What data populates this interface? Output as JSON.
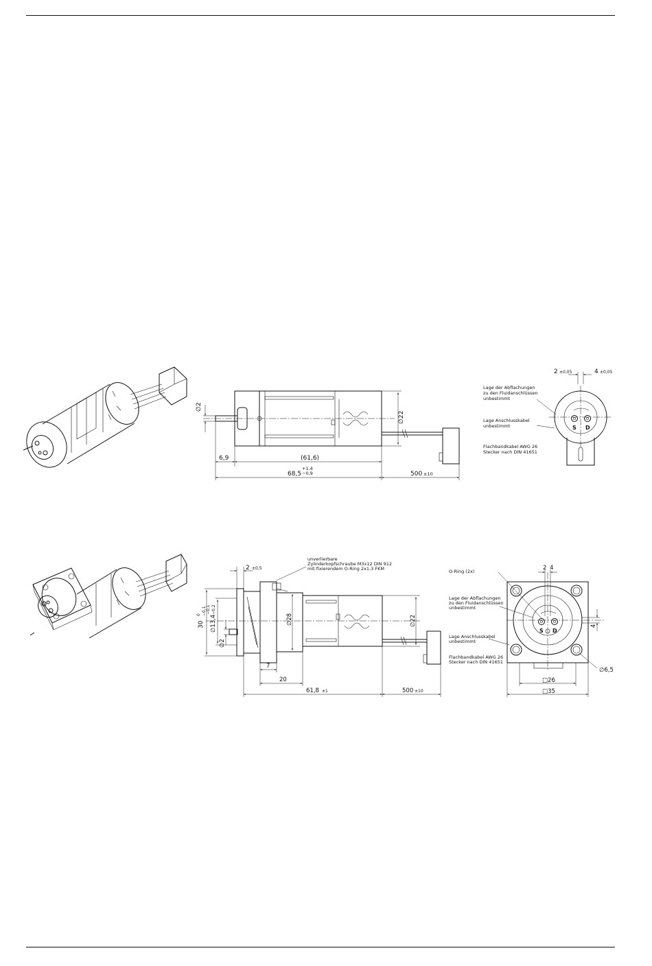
{
  "drawing1": {
    "dims": {
      "d_shaft": "∅2",
      "d_body": "∅22",
      "l_front": "6,9",
      "l_body": "(61,6)",
      "l_total": "68,5",
      "l_total_tol_up": "+1,4",
      "l_total_tol_lo": "−0,9",
      "cable_len": "500",
      "cable_tol": "±10",
      "flat_a": "2",
      "flat_a_tol": "±0,05",
      "flat_b": "4",
      "flat_b_tol": "±0,05"
    },
    "notes": {
      "flats": [
        "Lage der Abflachungen",
        "zu den Fluidanschlüssen",
        "unbestimmt"
      ],
      "cable_pos": [
        "Lage Anschlusskabel",
        "unbestimmt"
      ],
      "cable": [
        "Flachbandkabel AWG 26",
        "Stecker nach DIN 41651"
      ]
    },
    "ports": {
      "s": "S",
      "d": "D"
    }
  },
  "drawing2": {
    "dims": {
      "flange_gap": "2",
      "flange_gap_tol": "±0,5",
      "h_30": "30",
      "h_30_tol_up": "0",
      "h_30_tol_lo": "−0,1",
      "d_13": "∅13,4",
      "d_13_tol_up": "−0,1",
      "d_13_tol_lo": "−0,2",
      "d_2": "∅2",
      "d_28": "∅28",
      "d_22": "∅22",
      "l_7": "7",
      "l_20": "20",
      "l_total": "61,8",
      "l_total_tol": "±1",
      "cable_len": "500",
      "cable_tol": "±10",
      "oring_a": "2",
      "oring_b": "4",
      "side_4": "4",
      "sq_26": "□26",
      "sq_35": "□35",
      "hole": "∅6,5"
    },
    "notes": {
      "screw": [
        "unverlierbare",
        "Zylinderkopfschraube M3x12 DIN 912",
        "mit fixierendem O-Ring 2x1,3 FKM"
      ],
      "oring": "O-Ring (2x)",
      "flats": [
        "Lage der Abflachungen",
        "zu den Fluidanschlüssen",
        "unbestimmt"
      ],
      "cable_pos": [
        "Lage Anschlusskabel",
        "unbestimmt"
      ],
      "cable": [
        "Flachbandkabel AWG 26",
        "Stecker nach DIN 41651"
      ]
    },
    "ports": {
      "s": "S",
      "d": "D"
    }
  }
}
